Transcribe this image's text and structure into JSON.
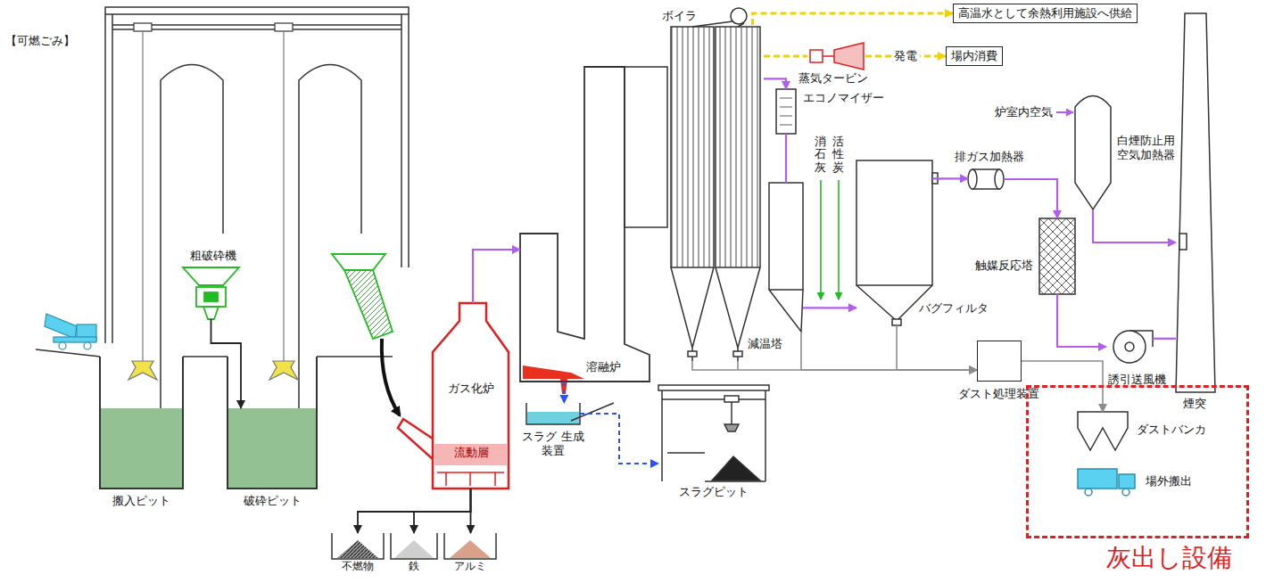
{
  "diagram": {
    "title": "【可燃ごみ】",
    "nodes": [
      {
        "text": [
          "粗破砕機"
        ]
      },
      {
        "text": [
          "搬入ピット"
        ]
      },
      {
        "text": [
          "破砕ピット"
        ]
      },
      {
        "text": [
          "ガス化炉",
          "流動層"
        ]
      },
      {
        "text": [
          "不燃物"
        ]
      },
      {
        "text": [
          "鉄"
        ]
      },
      {
        "text": [
          "アルミ"
        ]
      },
      {
        "text": [
          "溶融炉"
        ]
      },
      {
        "text": [
          "スラグ 生成装置"
        ]
      },
      {
        "text": [
          "スラグピット"
        ]
      },
      {
        "text": [
          "ボイラ"
        ]
      },
      {
        "text": [
          "高温水として余熱利用施設へ供給"
        ]
      },
      {
        "text": [
          "蒸気タービン"
        ]
      },
      {
        "text": [
          "場内消費"
        ]
      },
      {
        "text": [
          "エコノマイザー"
        ]
      },
      {
        "text": [
          "減温塔"
        ]
      },
      {
        "text": [
          "バグフィルタ"
        ]
      },
      {
        "text": [
          "排ガス加熱器"
        ]
      },
      {
        "text": [
          "触媒反応塔"
        ]
      },
      {
        "text": [
          "白煙防止用 空気加熱器"
        ]
      },
      {
        "text": [
          "誘引送風機"
        ]
      },
      {
        "text": [
          "煙突"
        ]
      },
      {
        "text": [
          "ダスト処理装置"
        ]
      },
      {
        "text": [
          "灰出し設備"
        ]
      },
      {
        "text": [
          "ダストバンカ"
        ],
        "in": 23
      },
      {
        "text": [
          "場外搬出"
        ],
        "in": 23
      }
    ],
    "edges": [
      {
        "from": 0,
        "to": 2,
        "arrow": "to"
      },
      {
        "from": 3,
        "to": 4,
        "arrow": "to"
      },
      {
        "from": 3,
        "to": 5,
        "arrow": "to"
      },
      {
        "from": 3,
        "to": 6,
        "arrow": "to"
      },
      {
        "from": 3,
        "to": 7,
        "arrow": "to"
      },
      {
        "from": 7,
        "to": 8,
        "arrow": "to"
      },
      {
        "from": 8,
        "to": 9,
        "arrow": "to"
      },
      {
        "from": 10,
        "to": 11,
        "arrow": "to"
      },
      {
        "from": 10,
        "to": 12,
        "arrow": "none"
      },
      {
        "from": 12,
        "to": 13,
        "label": "発電",
        "arrow": "to"
      },
      {
        "from": 10,
        "to": 14,
        "arrow": "to"
      },
      {
        "from": 14,
        "to": 15,
        "arrow": "none"
      },
      {
        "from": 15,
        "to": 16,
        "arrow": "to"
      },
      {
        "from": 16,
        "to": 17,
        "arrow": "to"
      },
      {
        "from": 17,
        "to": 18,
        "arrow": "to"
      },
      {
        "from": 18,
        "to": 20,
        "arrow": "to"
      },
      {
        "from": 20,
        "to": 21,
        "arrow": "none"
      },
      {
        "from": 19,
        "to": 21,
        "arrow": "to"
      },
      {
        "from": 10,
        "to": 22,
        "arrow": "to"
      },
      {
        "from": 15,
        "to": 22,
        "arrow": "to"
      },
      {
        "from": 16,
        "to": 22,
        "arrow": "to"
      },
      {
        "from": 22,
        "to": 24,
        "arrow": "to"
      }
    ],
    "labels": [
      "炉室内空気",
      "消石灰",
      "活性炭"
    ]
  }
}
